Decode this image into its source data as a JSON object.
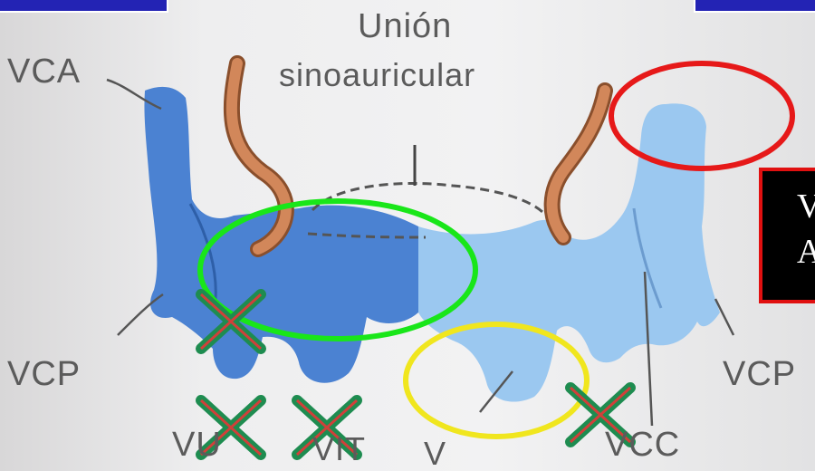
{
  "diagram": {
    "title_line1": "Unión",
    "title_line2": "sinoauricular",
    "labels": {
      "vca": "VCA",
      "vcp_left": "VCP",
      "vcp_right": "VCP",
      "vu": "VU",
      "vit": "VIT",
      "v": "V",
      "vcc": "VCC"
    },
    "callout": {
      "line1": "V",
      "line2": "A"
    },
    "colors": {
      "dark_blue": "#4b82d2",
      "light_blue": "#9bc8f0",
      "artery": "#d2875a",
      "green_marker": "#19e619",
      "red_marker": "#e61919",
      "yellow_marker": "#f0e61e",
      "cross_green": "#1e8c50",
      "cross_red": "#d0403a",
      "corner_banner": "#2323b4"
    }
  }
}
